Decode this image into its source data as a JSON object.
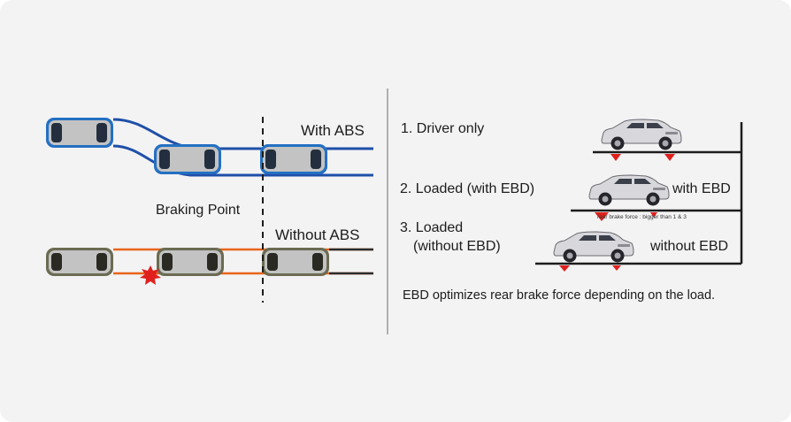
{
  "left_panel": {
    "with_abs_label": "With ABS",
    "without_abs_label": "Without ABS",
    "braking_point_label": "Braking Point"
  },
  "right_panel": {
    "scenarios": [
      {
        "label": "1. Driver only"
      },
      {
        "label": "2. Loaded (with EBD)",
        "tag": "with EBD",
        "note": "rear brake force : bigger than 1 & 3"
      },
      {
        "label_line1": "3. Loaded",
        "label_line2": "(without EBD)",
        "tag": "without EBD"
      }
    ],
    "caption": "EBD optimizes rear brake force depending on the load."
  },
  "colors": {
    "background": "#f3f3f4",
    "abs_track": "#1f4fa8",
    "abs_car": "#2370c2",
    "no_abs_track": "#e8651a",
    "no_abs_car": "#6b6b52",
    "brake_marker": "#e0201c",
    "car_body": "#c3c3c3"
  },
  "icons": [
    "car-top-view-icon",
    "suv-side-view-icon",
    "skid-burst-icon",
    "brake-force-arrow-icon"
  ]
}
